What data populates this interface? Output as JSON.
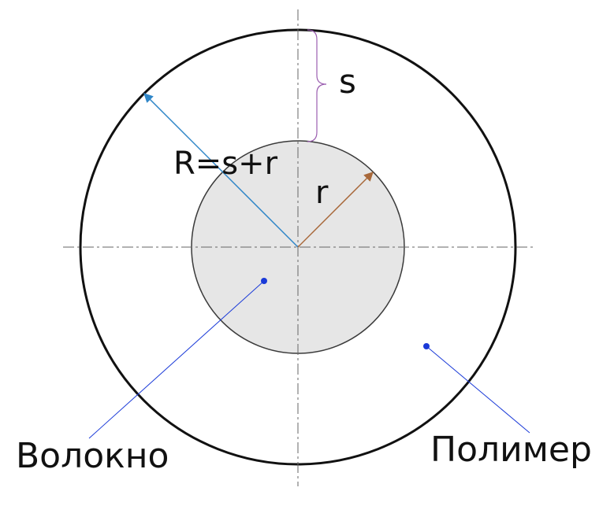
{
  "labels": {
    "s": "s",
    "R_formula": "R=s+r",
    "r": "r",
    "fiber": "Волокно",
    "polymer": "Полимер"
  },
  "colors": {
    "outer_circle": "#111111",
    "inner_fill": "#e6e6e6",
    "inner_stroke": "#3a3a3a",
    "R_arrow": "#2f86c8",
    "r_arrow": "#a8683a",
    "brace": "#9b5fb0",
    "leader": "#1a3ad8",
    "axis": "#666666"
  }
}
